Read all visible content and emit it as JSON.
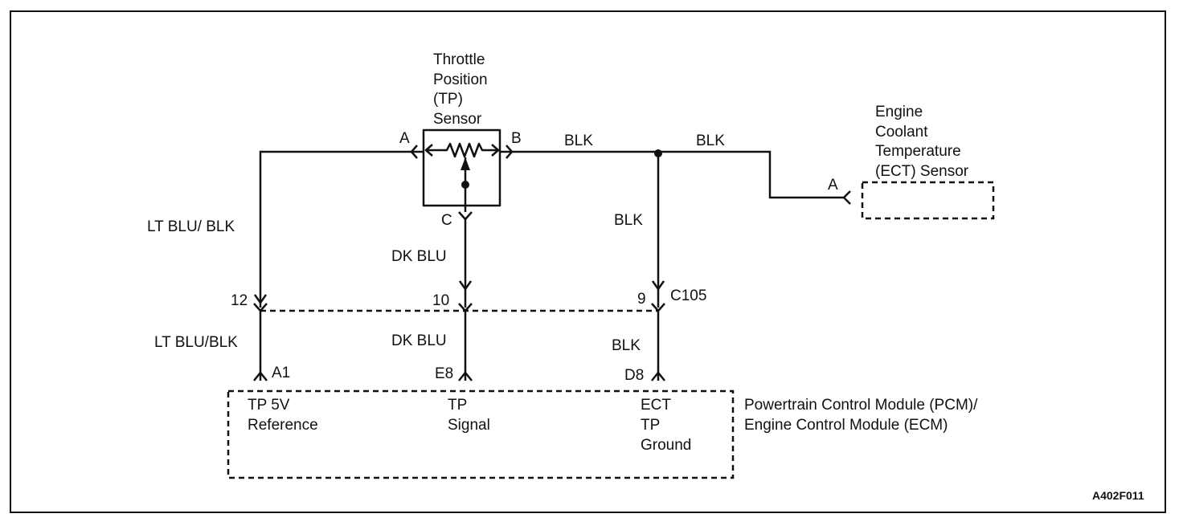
{
  "tp_sensor": {
    "label": [
      "Throttle",
      "Position",
      "(TP)",
      "Sensor"
    ],
    "pin_a": "A",
    "pin_b": "B",
    "pin_c": "C"
  },
  "ect_sensor": {
    "label": [
      "Engine",
      "Coolant",
      "Temperature",
      "(ECT) Sensor"
    ],
    "pin_a": "A"
  },
  "wires": {
    "ref_upper": "LT BLU/ BLK",
    "ref_lower": "LT BLU/BLK",
    "signal_upper": "DK BLU",
    "signal_lower": "DK BLU",
    "ground_b": "BLK",
    "ground_ect": "BLK",
    "ground_down": "BLK",
    "ground_lower": "BLK"
  },
  "connector": {
    "name": "C105",
    "pins": [
      "12",
      "10",
      "9"
    ]
  },
  "module": {
    "label": [
      "Powertrain Control Module (PCM)/",
      "Engine Control Module (ECM)"
    ],
    "pins": [
      "A1",
      "E8",
      "D8"
    ],
    "terminals": {
      "reference": [
        "TP 5V",
        "Reference"
      ],
      "signal": [
        "TP",
        "Signal"
      ],
      "ground": [
        "ECT",
        "TP",
        "Ground"
      ]
    }
  },
  "figure_id": "A402F011"
}
